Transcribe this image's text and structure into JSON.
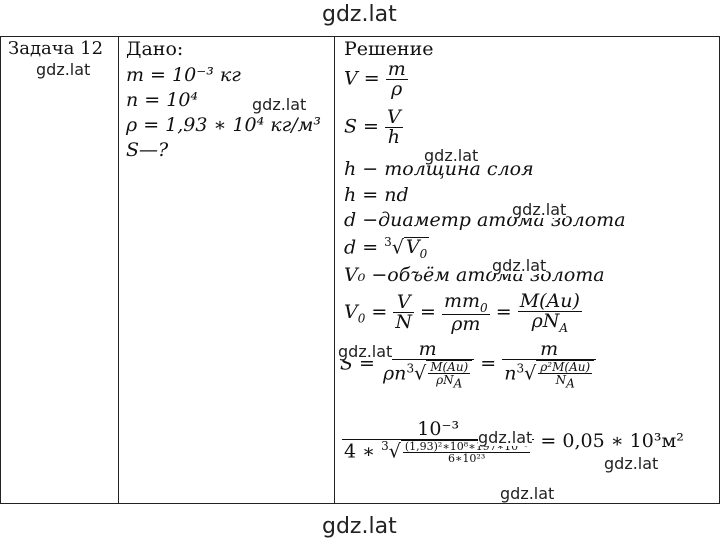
{
  "watermark": {
    "text": "gdz.lat"
  },
  "task": {
    "title": "Задача 12"
  },
  "given": {
    "header": "Дано:",
    "lines": [
      "m = 10⁻³ кг",
      "n = 10⁴",
      "ρ = 1,93 ∗ 10⁴ кг/м³",
      "S—?"
    ]
  },
  "solution": {
    "header": "Решение",
    "h_text": "h − толщина слоя",
    "h_formula": "h = nd",
    "d_text": "d −диаметр атома золота",
    "v0_text": "V₀ −объём атома золота",
    "final_numerator": "10⁻³",
    "final_result": "= 0,05 ∗ 10³м²"
  }
}
